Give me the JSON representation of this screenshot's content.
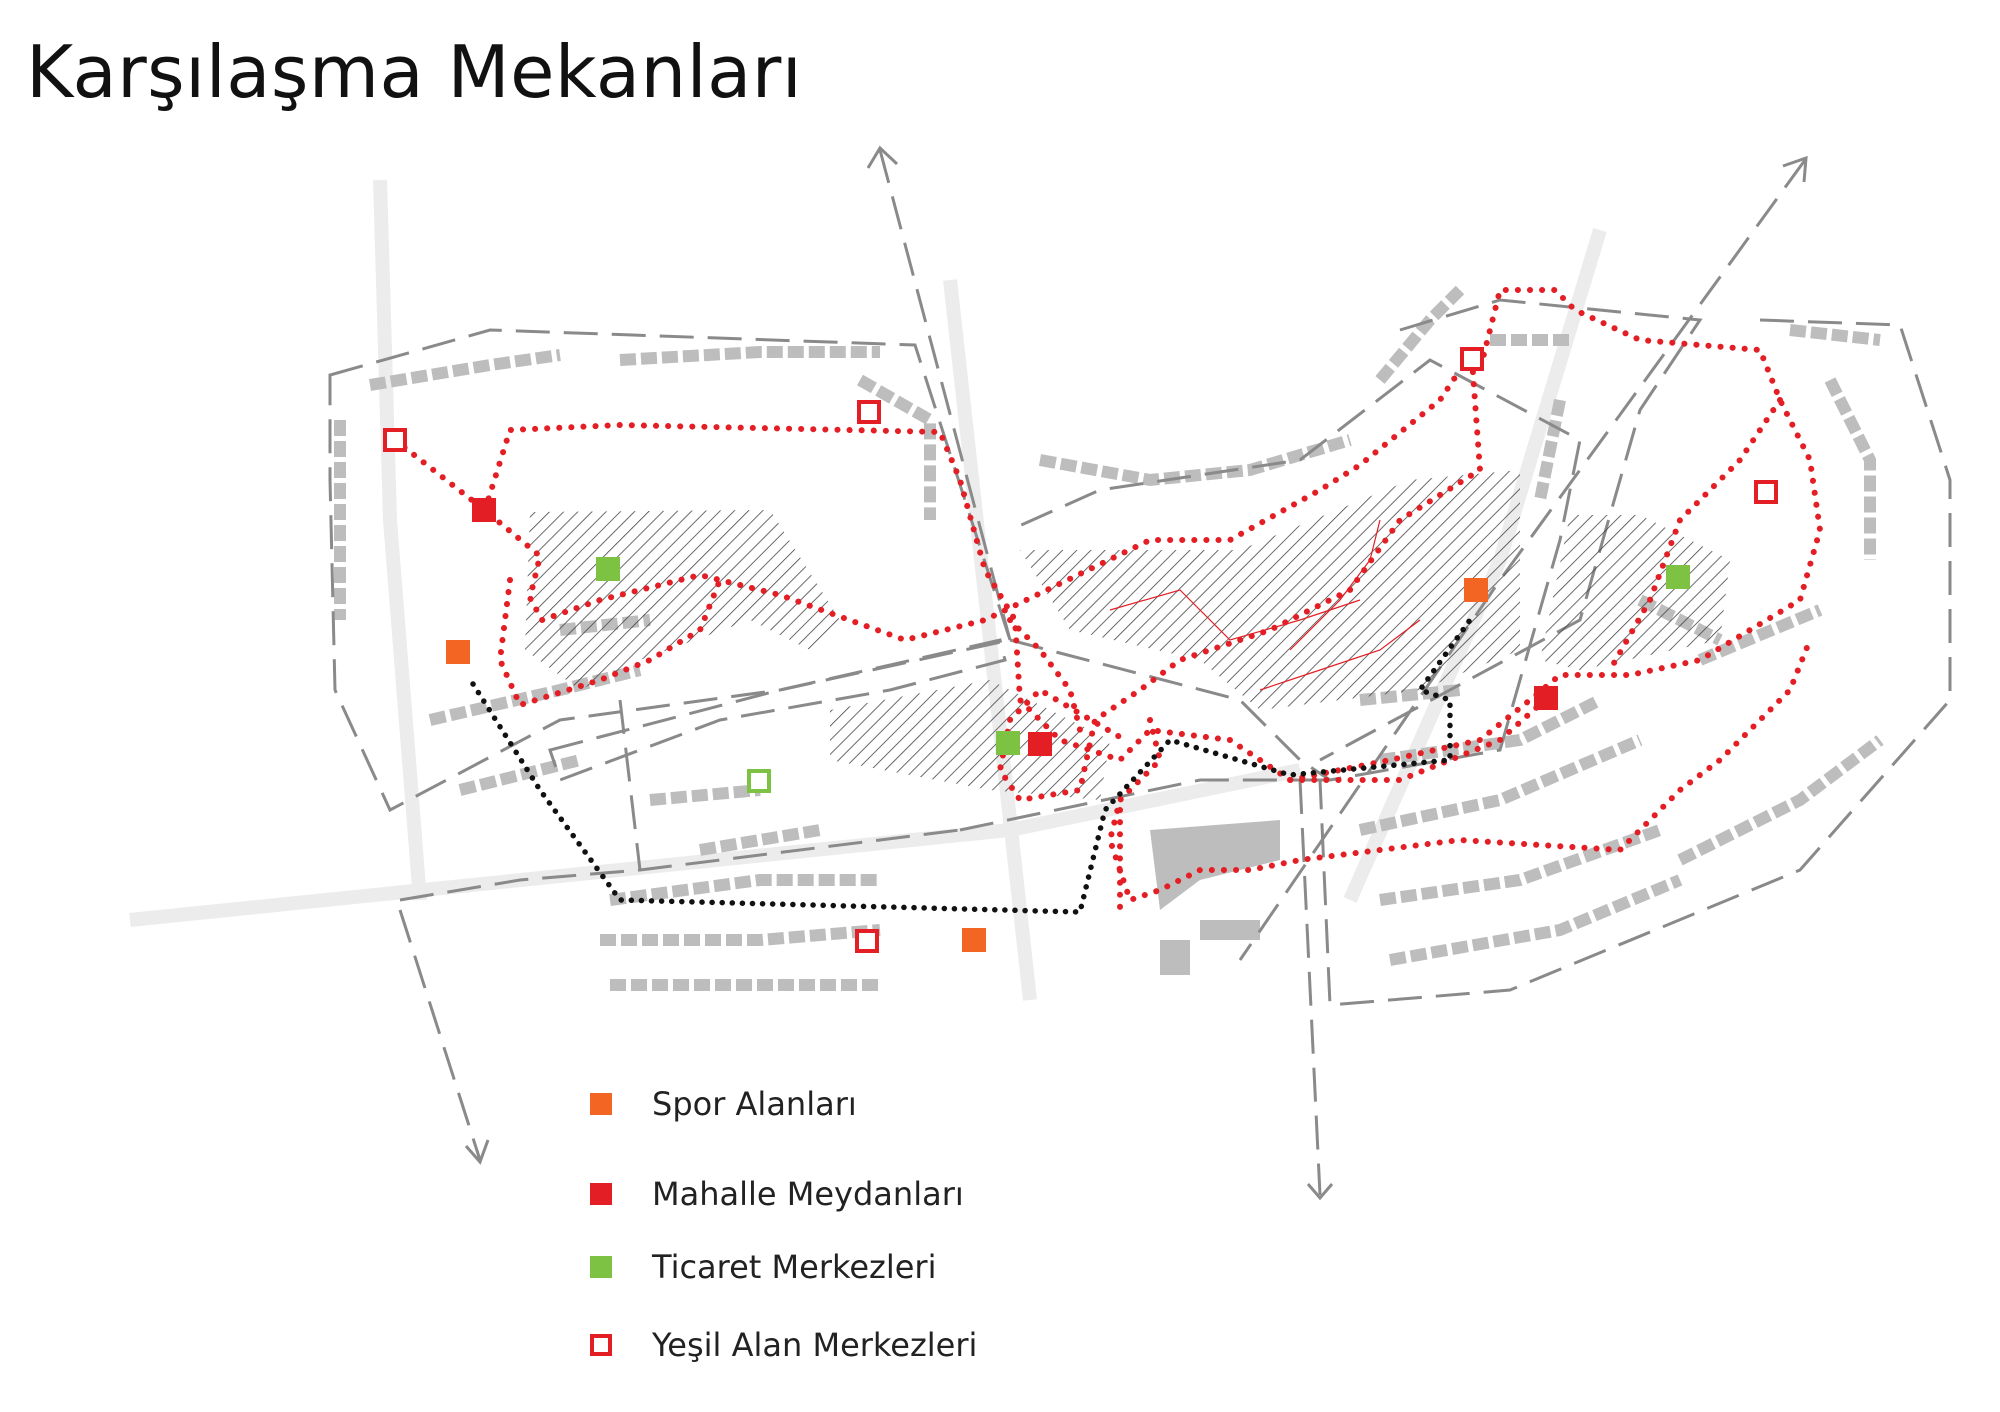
{
  "title": "Karşılaşma Mekanları",
  "colors": {
    "spor": "#f26522",
    "mahalle": "#e31e24",
    "ticaret": "#7dc242",
    "yesil_outline": "#e31e24",
    "buildings": "#c4c4c4",
    "axis": "#8a8a8a",
    "route_red": "#e31e24",
    "route_black": "#111111"
  },
  "legend": [
    {
      "label": "Spor Alanları",
      "type": "spor",
      "icon": "orange-square-icon"
    },
    {
      "label": "Mahalle Meydanları",
      "type": "mahalle",
      "icon": "red-square-icon"
    },
    {
      "label": "Ticaret Merkezleri",
      "type": "ticaret",
      "icon": "green-square-icon"
    },
    {
      "label": "Yeşil  Alan Merkezleri",
      "type": "yesil",
      "icon": "red-outline-square-icon"
    }
  ]
}
